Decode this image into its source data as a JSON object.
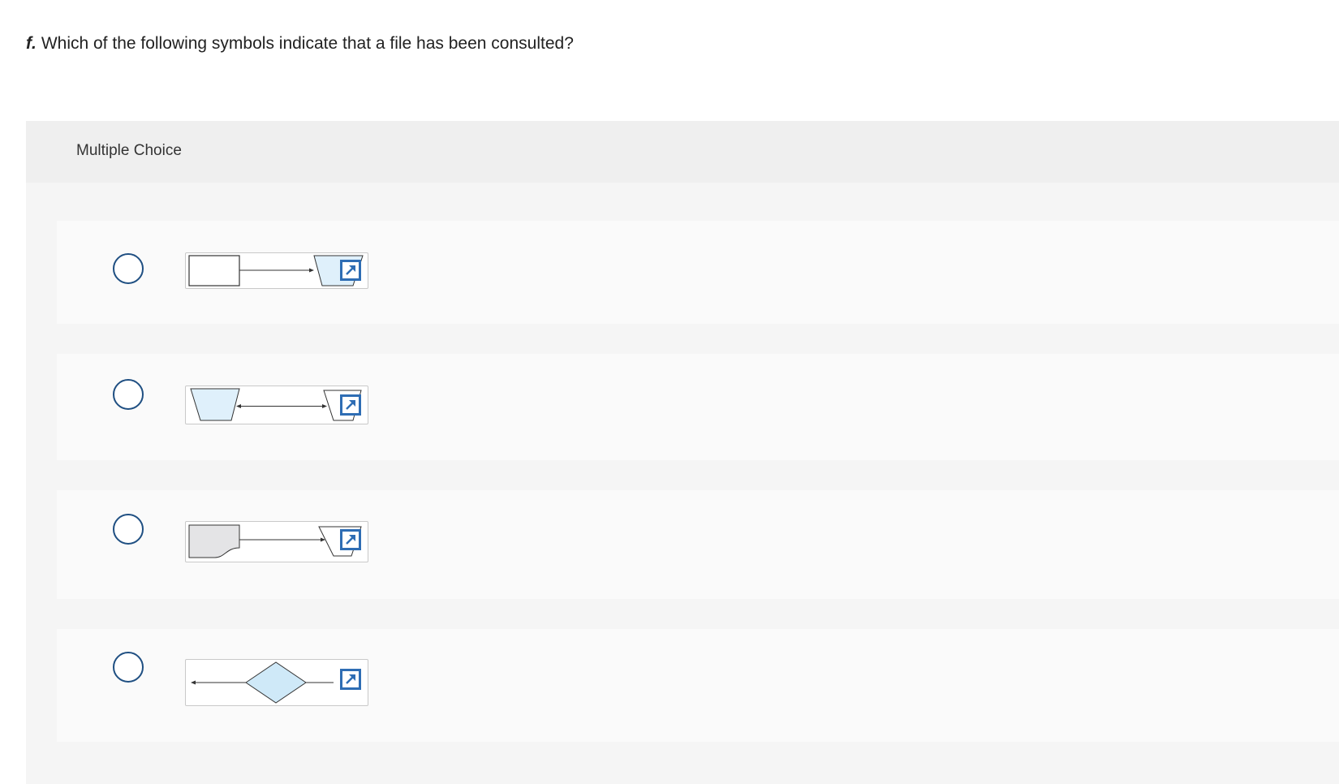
{
  "question": {
    "letter": "f.",
    "text": "Which of the following symbols indicate that a file has been consulted?"
  },
  "panel": {
    "type_label": "Multiple Choice"
  },
  "options": [
    {
      "id": "a",
      "figure": "document-to-offline-file",
      "expand_icon": "expand-image-icon"
    },
    {
      "id": "b",
      "figure": "offline-file-bidirectional-offline-file",
      "expand_icon": "expand-image-icon"
    },
    {
      "id": "c",
      "figure": "document-to-offline-file-curved",
      "expand_icon": "expand-image-icon"
    },
    {
      "id": "d",
      "figure": "arrow-decision-diamond",
      "expand_icon": "expand-image-icon"
    }
  ],
  "colors": {
    "radio_border": "#1f4f82",
    "expand_icon": "#2e6db4",
    "flowchart_light_blue": "#dff0fb",
    "diamond_fill": "#cfe9f8",
    "document_fill": "#e4e4e6"
  }
}
